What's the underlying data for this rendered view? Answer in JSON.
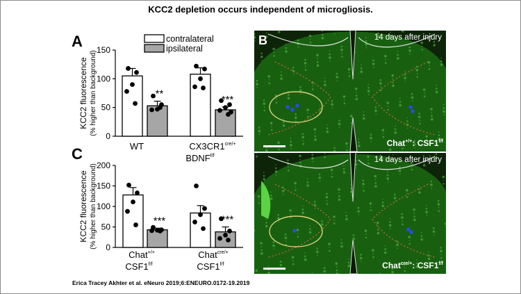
{
  "title": "KCC2 depletion occurs independent of microgliosis.",
  "citation": "Erica Tracey Akhter et al. eNeuro 2019;6:ENEURO.0172-19.2019",
  "legend": {
    "contralateral": "contralateral",
    "ipsilateral": "ipsilateral"
  },
  "colors": {
    "contralateral": "#ffffff",
    "ipsilateral": "#a6a6a6",
    "micro_bg": "#0d2408",
    "micro_tissue": "#1b6b12",
    "boundary": "#c8653a",
    "ellipse": "#d8d27a",
    "label_blue": "#2d49ff"
  },
  "chart_data": [
    {
      "type": "bar",
      "panel": "A",
      "ylabel_line1": "KCC2 fluorescence",
      "ylabel_line2": "(% higher than background)",
      "ylim": [
        0,
        150
      ],
      "yticks": [
        "0",
        "50",
        "100",
        "150"
      ],
      "categories": [
        "WT",
        "CX3CR1cre/+ BDNFf/f"
      ],
      "category_labels": [
        {
          "line1": "WT",
          "line1_sup": "",
          "line2": "",
          "line2_sup": ""
        },
        {
          "line1": "CX3CR1",
          "line1_sup": "cre/+",
          "line2": "BDNF",
          "line2_sup": "f/f"
        }
      ],
      "series": [
        {
          "name": "contralateral",
          "values": [
            105,
            108
          ],
          "errors": [
            13,
            11
          ],
          "points": [
            [
              118,
              111,
              90,
              78,
              57
            ],
            [
              122,
              117,
              100,
              86,
              84
            ]
          ]
        },
        {
          "name": "ipsilateral",
          "values": [
            53,
            46
          ],
          "errors": [
            8,
            5
          ],
          "points": [
            [
              70,
              55,
              47,
              46,
              50
            ],
            [
              62,
              55,
              50,
              45,
              38,
              42
            ]
          ]
        }
      ],
      "significance": [
        "**",
        "***"
      ]
    },
    {
      "type": "bar",
      "panel": "C",
      "ylabel_line1": "KCC2 fluorescence",
      "ylabel_line2": "(% higher than background)",
      "ylim": [
        0,
        200
      ],
      "yticks": [
        "0",
        "50",
        "100",
        "150",
        "200"
      ],
      "categories": [
        "Chat+/+ CSF1f/f",
        "Chatcre/+ CSF1f/f"
      ],
      "category_labels": [
        {
          "line1": "Chat",
          "line1_sup": "+/+",
          "line2": "CSF1",
          "line2_sup": "f/f"
        },
        {
          "line1": "Chat",
          "line1_sup": "cre/+",
          "line2": "CSF1",
          "line2_sup": "f/f"
        }
      ],
      "series": [
        {
          "name": "contralateral",
          "values": [
            128,
            84
          ],
          "errors": [
            18,
            18
          ],
          "points": [
            [
              152,
              133,
              111,
              88,
              55
            ],
            [
              150,
              95,
              80,
              62,
              46
            ]
          ]
        },
        {
          "name": "ipsilateral",
          "values": [
            43,
            38
          ],
          "errors": [
            4,
            12
          ],
          "points": [
            [
              49,
              43,
              42,
              41,
              40
            ],
            [
              70,
              40,
              30,
              22,
              18
            ]
          ]
        }
      ],
      "significance": [
        "***",
        "***"
      ]
    }
  ],
  "micrographs": [
    {
      "panel": "B",
      "timepoint": "14 days after injury",
      "genotype_prefix": "Chat",
      "genotype_prefix_sup": "+/+",
      "genotype_suffix": ": CSF1",
      "genotype_suffix_sup": "f/f"
    },
    {
      "panel": "",
      "timepoint": "14 days after injury",
      "genotype_prefix": "Chat",
      "genotype_prefix_sup": "cre/+",
      "genotype_suffix": ": CSF1",
      "genotype_suffix_sup": "f/f"
    }
  ]
}
